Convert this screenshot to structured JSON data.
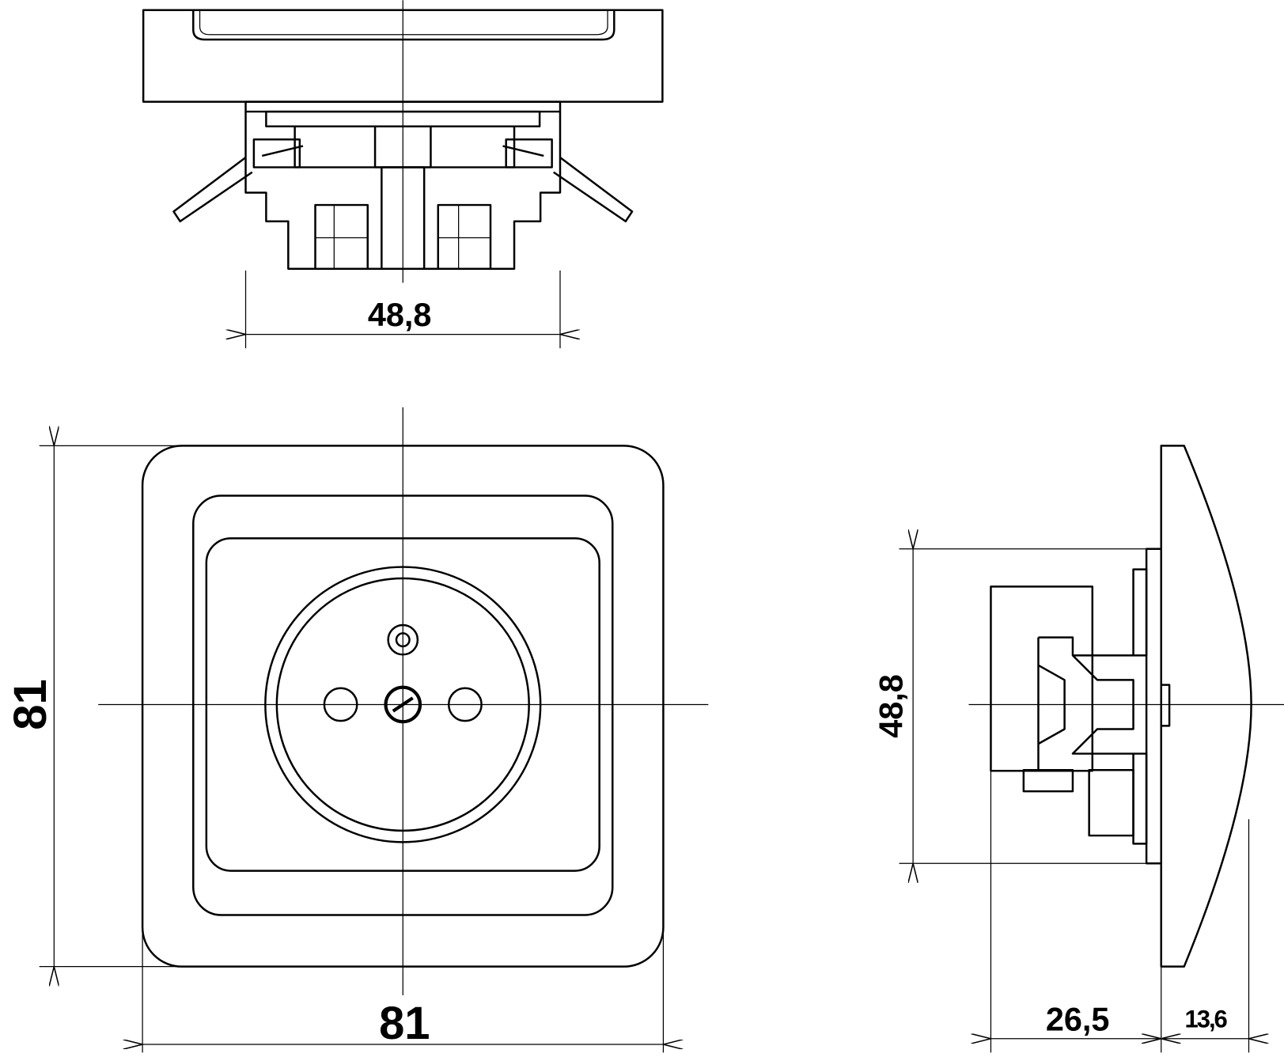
{
  "drawing": {
    "top_view": {
      "width_dim": "48,8"
    },
    "front_view": {
      "height_dim": "81",
      "width_dim": "81"
    },
    "side_view": {
      "height_dim": "48,8",
      "depth_dim": "26,5",
      "frame_dim": "13,6"
    },
    "line_color": "#000000",
    "background": "#ffffff"
  }
}
